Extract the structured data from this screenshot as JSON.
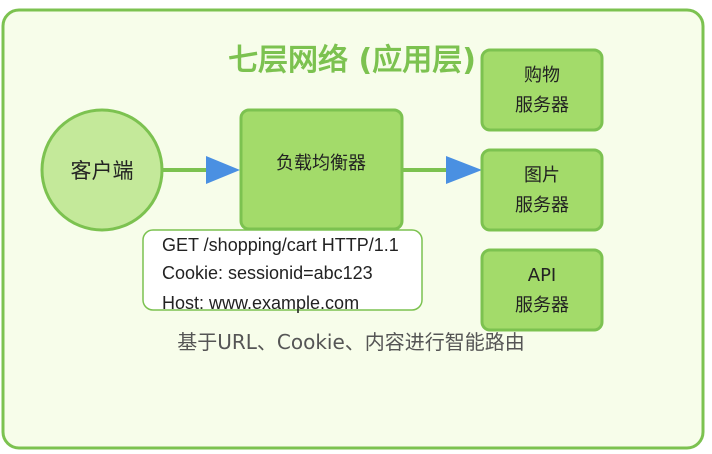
{
  "title": "七层网络 (应用层)",
  "client": {
    "label": "客户端"
  },
  "load_balancer": {
    "label": "负载均衡器"
  },
  "servers": [
    {
      "line1": "购物",
      "line2": "服务器"
    },
    {
      "line1": "图片",
      "line2": "服务器"
    },
    {
      "line1": "API",
      "line2": "服务器"
    }
  ],
  "request": {
    "lines": [
      "GET /shopping/cart HTTP/1.1",
      "Cookie: sessionid=abc123",
      "Host: www.example.com"
    ]
  },
  "caption": "基于URL、Cookie、内容进行智能路由",
  "colors": {
    "panel_bg": "#f7fdea",
    "panel_border": "#7cc250",
    "node_fill": "#a3db6a",
    "client_fill": "#c4e99a",
    "arrow": "#4a90e2"
  }
}
